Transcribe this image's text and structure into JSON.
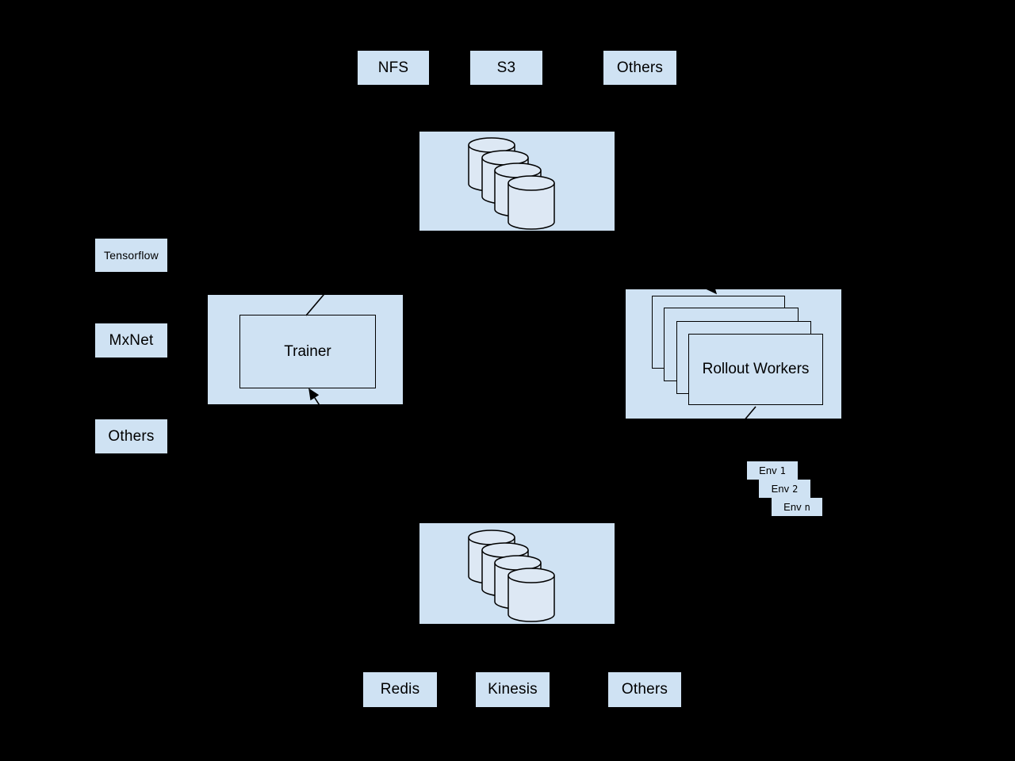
{
  "colors": {
    "background": "#000000",
    "node_fill": "#cfe2f3",
    "cylinder_fill": "#dde8f4",
    "edge_color": "#000000"
  },
  "nodes": {
    "nfs": "NFS",
    "s3": "S3",
    "others_top": "Others",
    "tensorflow": "Tensorflow",
    "mxnet": "MxNet",
    "others_left": "Others",
    "trainer": "Trainer",
    "rollout_workers": "Rollout Workers",
    "env1_label": "Env",
    "env1_id": "1",
    "env2_label": "Env",
    "env2_id": "2",
    "envn_label": "Env",
    "envn_id": "n",
    "redis": "Redis",
    "kinesis": "Kinesis",
    "others_bottom": "Others"
  },
  "icons": {
    "storage_top": "database-cylinder-stack-icon",
    "storage_bottom": "database-cylinder-stack-icon"
  }
}
